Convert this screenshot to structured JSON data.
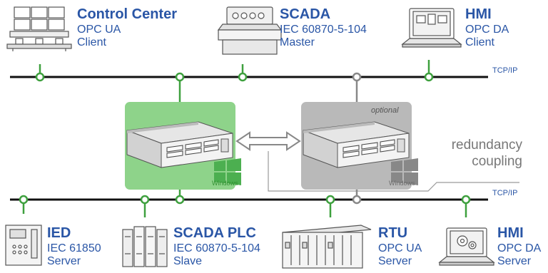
{
  "top_devices": [
    {
      "title": "Control Center",
      "line1": "OPC UA",
      "line2": "Client"
    },
    {
      "title": "SCADA",
      "line1": "IEC 60870-5-104",
      "line2": "Master"
    },
    {
      "title": "HMI",
      "line1": "OPC DA",
      "line2": "Client"
    }
  ],
  "bottom_devices": [
    {
      "title": "IED",
      "line1": "IEC 61850",
      "line2": "Server"
    },
    {
      "title": "SCADA PLC",
      "line1": "IEC 60870-5-104",
      "line2": "Slave"
    },
    {
      "title": "RTU",
      "line1": "OPC UA",
      "line2": "Server"
    },
    {
      "title": "HMI",
      "line1": "OPC DA",
      "line2": "Server"
    }
  ],
  "network": {
    "top_label": "TCP/IP",
    "bottom_label": "TCP/IP"
  },
  "gateway_primary": {
    "os_label": "Windows"
  },
  "gateway_optional": {
    "tag": "optional",
    "os_label": "Windows"
  },
  "redundancy": {
    "line1": "redundancy",
    "line2": "coupling"
  },
  "colors": {
    "accent_blue": "#2a56a6",
    "green": "#3ea03e",
    "green_box": "#8ed38a",
    "gray_box": "#b9b9b9",
    "gray": "#8a8a8a"
  }
}
